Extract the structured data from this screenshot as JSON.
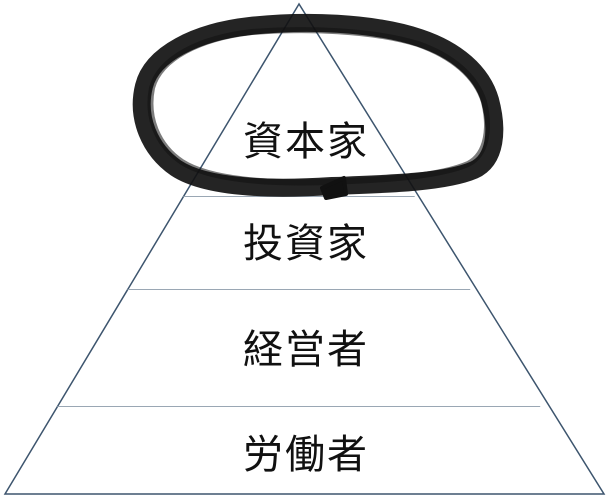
{
  "pyramid": {
    "tiers": [
      {
        "label": "資本家"
      },
      {
        "label": "投資家"
      },
      {
        "label": "経営者"
      },
      {
        "label": "労働者"
      }
    ],
    "highlighted_tier": 0,
    "colors": {
      "outline": "#3d556e",
      "text": "#111111",
      "highlight": "#111111",
      "background": "#ffffff"
    }
  }
}
